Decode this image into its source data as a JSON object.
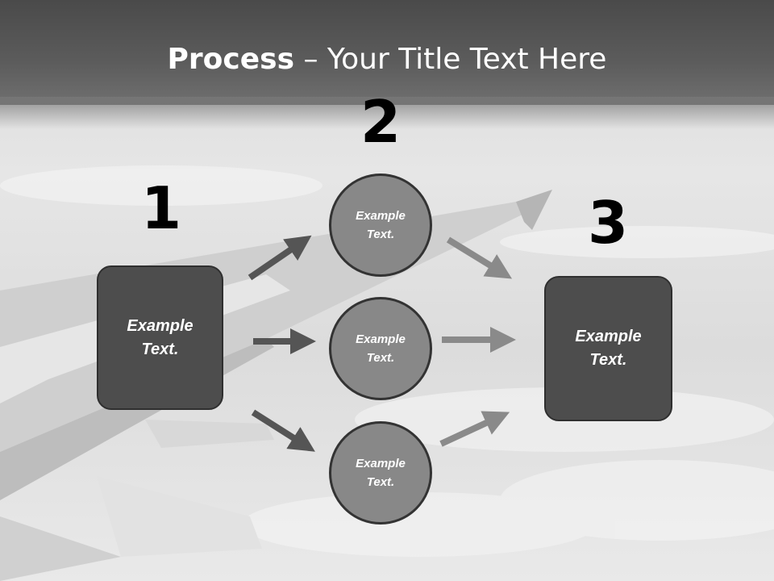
{
  "title": {
    "bold": "Process",
    "rest": " – Your Title Text Here"
  },
  "steps": {
    "one": {
      "number": "1",
      "box_text": "Example\nText."
    },
    "two": {
      "number": "2",
      "circles": [
        "Example\nText.",
        "Example\nText.",
        "Example\nText."
      ]
    },
    "three": {
      "number": "3",
      "box_text": "Example\nText."
    }
  },
  "colors": {
    "box_fill": "#4d4d4d",
    "circle_fill": "#888888",
    "dark_arrow": "#555555",
    "light_arrow": "#8a8a8a",
    "title_text": "#ffffff"
  }
}
